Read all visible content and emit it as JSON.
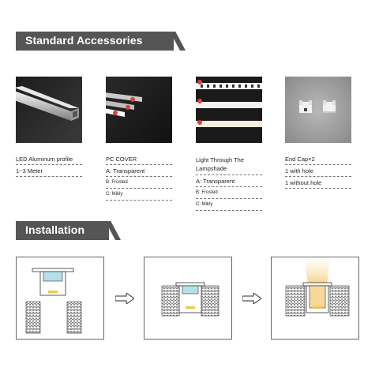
{
  "sections": {
    "accessories_title": "Standard Accessories",
    "installation_title": "Installation"
  },
  "accessories": [
    {
      "title": "LED Aluminum profile",
      "lines": [
        "1~3 Meter"
      ]
    },
    {
      "title": "PC COVER",
      "lines": [
        "A: Transparent",
        "B: Frosted",
        "C: Mikly"
      ]
    },
    {
      "title_lines": [
        "Light Through The",
        "Lampshade"
      ],
      "lines": [
        "A: Transparent",
        "B: Frosted",
        "C: Mikly"
      ]
    },
    {
      "title": "End Cap×2",
      "lines": [
        "1 with hole",
        "1 without hole"
      ]
    }
  ],
  "markers": [
    "A",
    "B",
    "C"
  ],
  "colors": {
    "banner": "#555555",
    "marker": "#d9423a",
    "glow": "#f6c770"
  }
}
